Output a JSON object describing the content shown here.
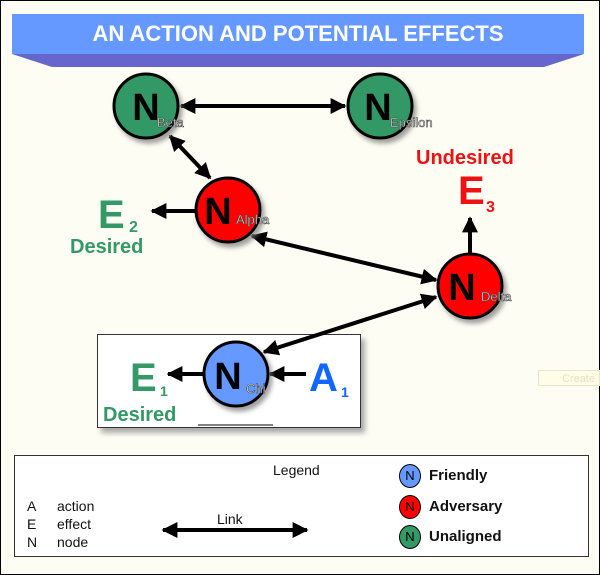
{
  "title": "AN ACTION AND POTENTIAL EFFECTS",
  "colors": {
    "title_bg": "#6699ff",
    "title_shadow": "#6666cc",
    "friendly": "#6699ff",
    "adversary": "#ff0000",
    "unaligned": "#339966",
    "desired_text": "#339966",
    "undesired_text": "#ee1111",
    "action_text": "#1166ff"
  },
  "nodes": [
    {
      "id": "beta",
      "letter": "N",
      "name": "Beta",
      "type": "unaligned"
    },
    {
      "id": "epsilon",
      "letter": "N",
      "name": "Epsilon",
      "type": "unaligned"
    },
    {
      "id": "alpha",
      "letter": "N",
      "name": "Alpha",
      "type": "adversary"
    },
    {
      "id": "delta",
      "letter": "N",
      "name": "Delta",
      "type": "adversary"
    },
    {
      "id": "chi",
      "letter": "N",
      "name": "Chi",
      "type": "friendly"
    }
  ],
  "links": [
    {
      "from": "beta",
      "to": "epsilon",
      "kind": "bidirectional"
    },
    {
      "from": "beta",
      "to": "alpha",
      "kind": "bidirectional"
    },
    {
      "from": "alpha",
      "to": "delta",
      "kind": "bidirectional"
    },
    {
      "from": "delta",
      "to": "chi",
      "kind": "bidirectional"
    },
    {
      "from": "alpha",
      "to": "E2",
      "kind": "directed"
    },
    {
      "from": "delta",
      "to": "E3",
      "kind": "directed"
    },
    {
      "from": "chi",
      "to": "E1",
      "kind": "directed"
    },
    {
      "from": "A1",
      "to": "chi",
      "kind": "directed"
    }
  ],
  "effects": {
    "e1": {
      "letter": "E",
      "sub": "1",
      "label": "Desired"
    },
    "e2": {
      "letter": "E",
      "sub": "2",
      "label": "Desired"
    },
    "e3": {
      "letter": "E",
      "sub": "3",
      "label": "Undesired"
    }
  },
  "action": {
    "letter": "A",
    "sub": "1"
  },
  "create_button": "Create",
  "legend": {
    "title": "Legend",
    "abbreviations": [
      {
        "key": "A",
        "desc": "action"
      },
      {
        "key": "E",
        "desc": "effect"
      },
      {
        "key": "N",
        "desc": "node"
      }
    ],
    "link_label": "Link",
    "node_types": [
      {
        "letter": "N",
        "label": "Friendly",
        "color": "#6699ff"
      },
      {
        "letter": "N",
        "label": "Adversary",
        "color": "#ff0000"
      },
      {
        "letter": "N",
        "label": "Unaligned",
        "color": "#339966"
      }
    ]
  }
}
